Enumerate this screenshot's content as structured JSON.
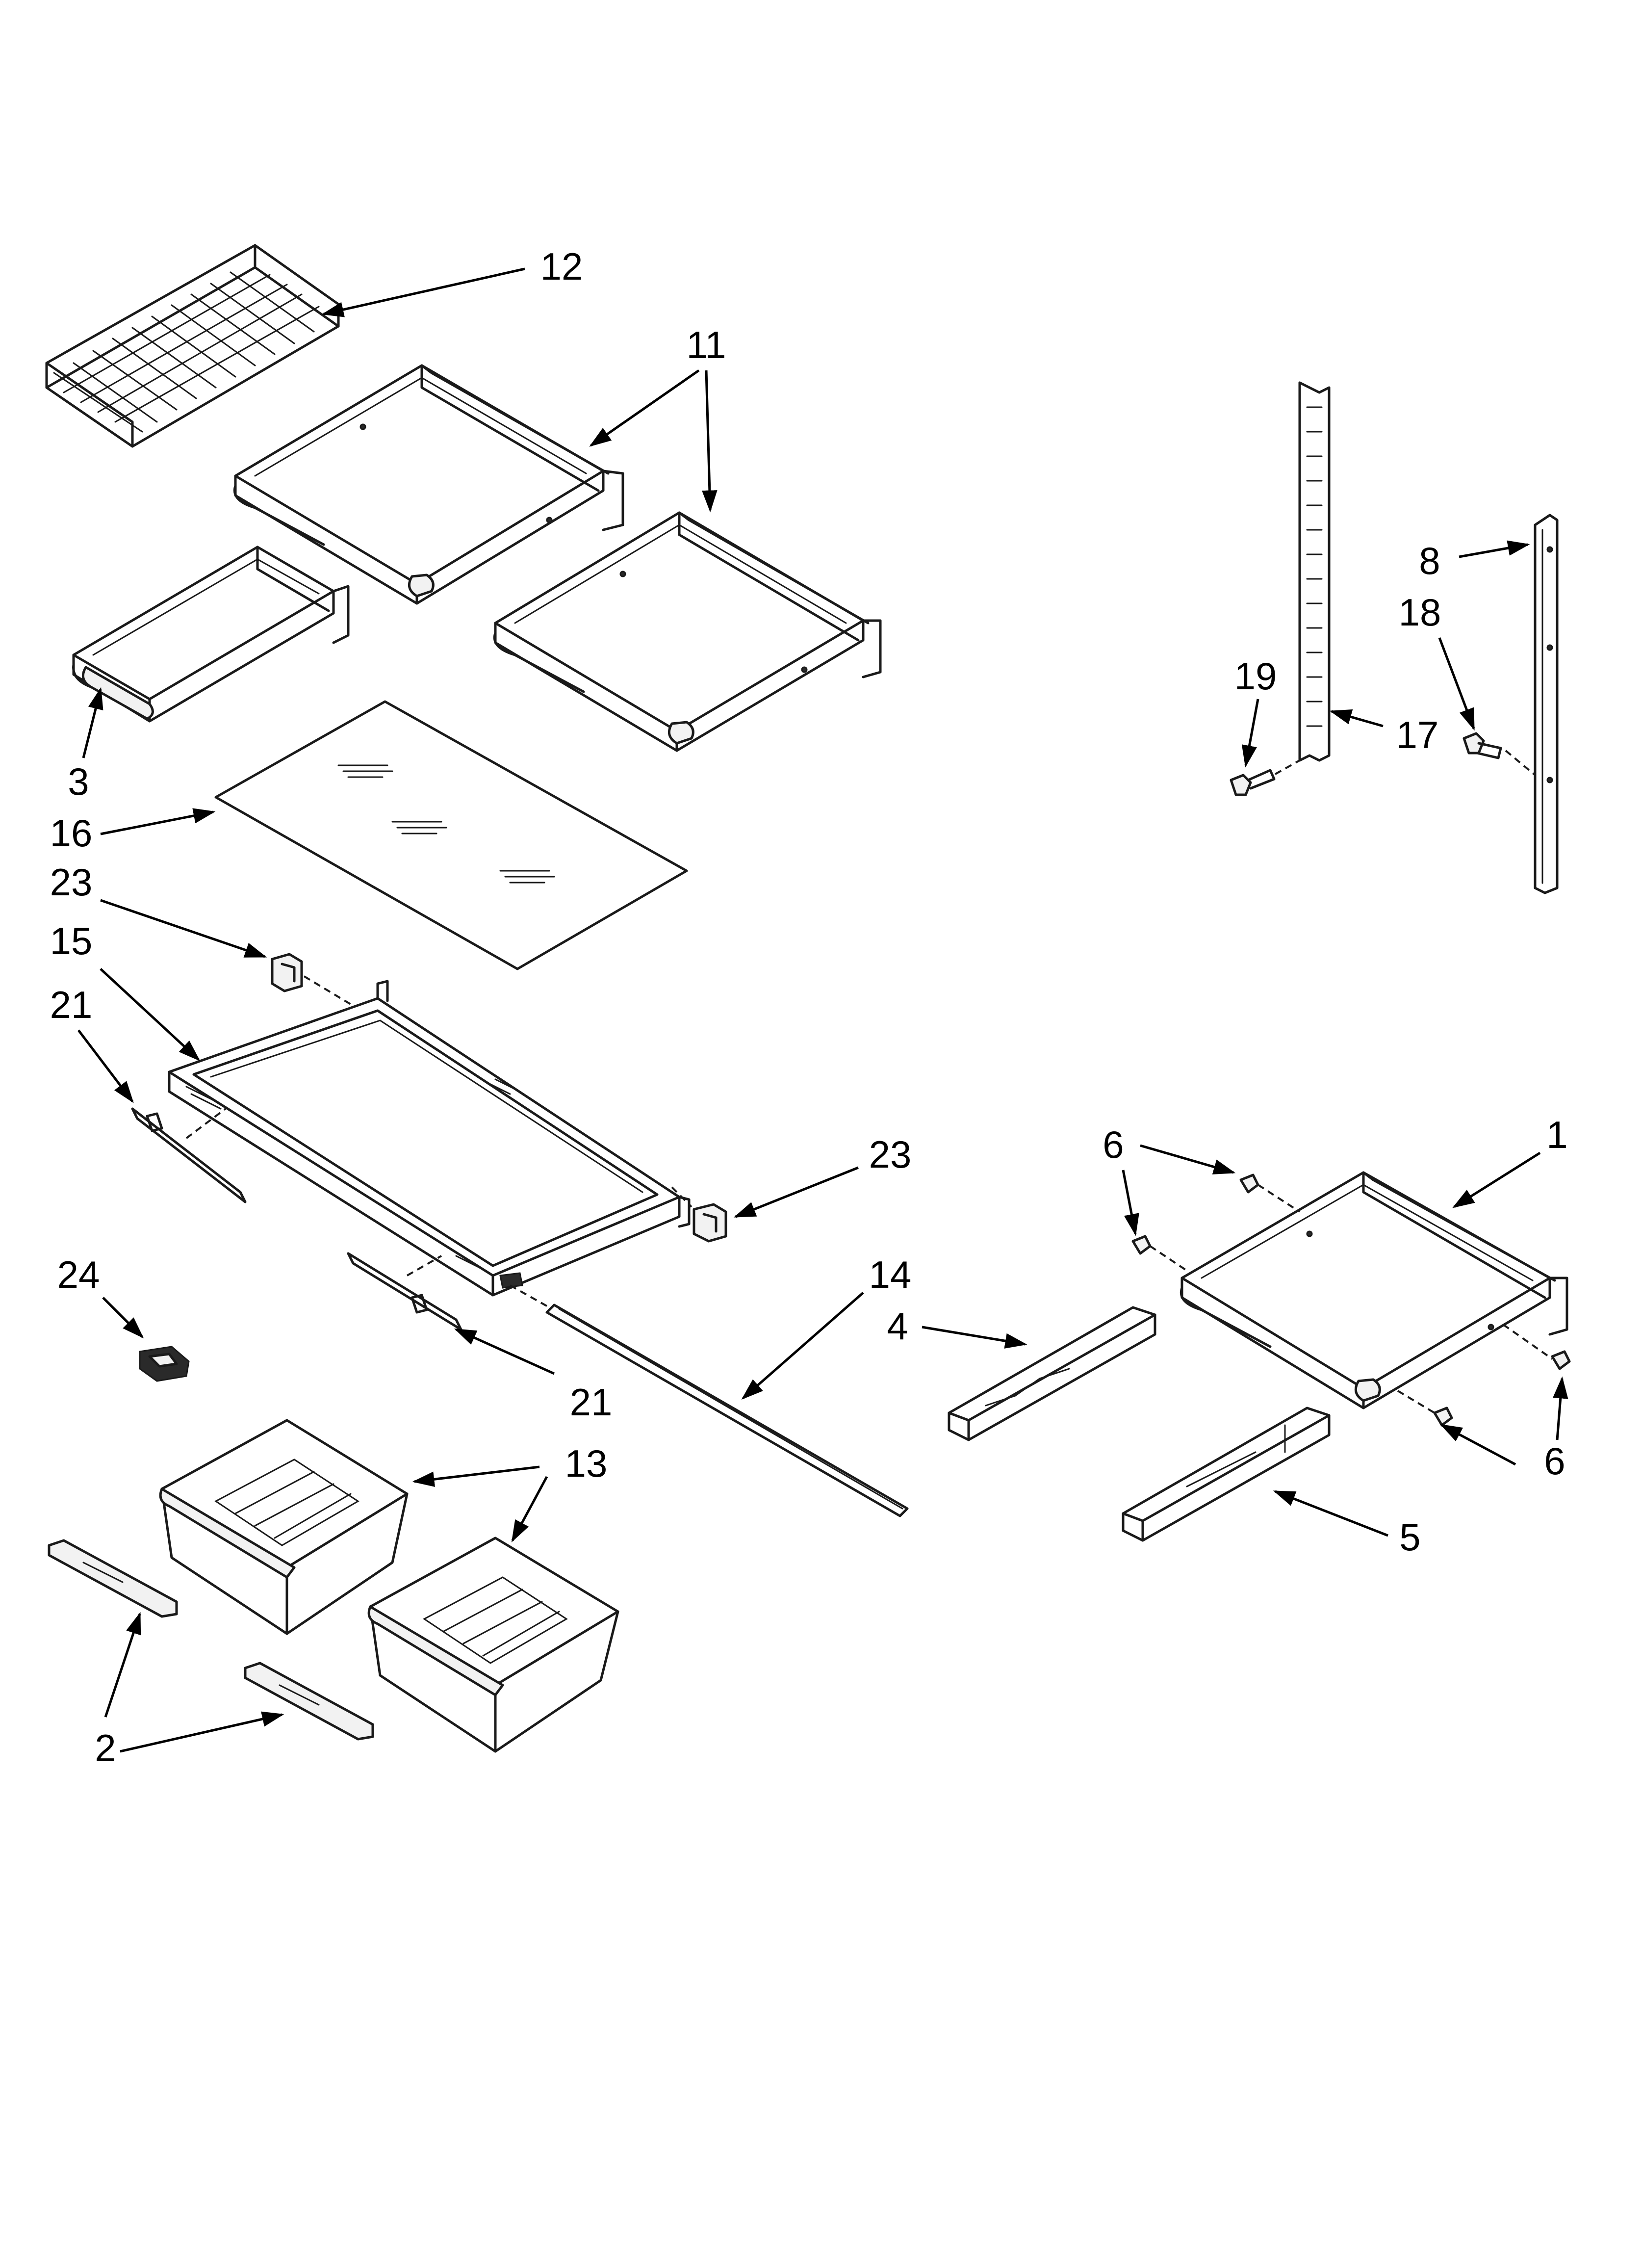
{
  "callouts": [
    {
      "id": "c12",
      "text": "12"
    },
    {
      "id": "c11",
      "text": "11"
    },
    {
      "id": "c8",
      "text": "8"
    },
    {
      "id": "c18",
      "text": "18"
    },
    {
      "id": "c19",
      "text": "19"
    },
    {
      "id": "c17",
      "text": "17"
    },
    {
      "id": "c3",
      "text": "3"
    },
    {
      "id": "c16",
      "text": "16"
    },
    {
      "id": "c23a",
      "text": "23"
    },
    {
      "id": "c15",
      "text": "15"
    },
    {
      "id": "c21a",
      "text": "21"
    },
    {
      "id": "c23b",
      "text": "23"
    },
    {
      "id": "c6a",
      "text": "6"
    },
    {
      "id": "c1",
      "text": "1"
    },
    {
      "id": "c24",
      "text": "24"
    },
    {
      "id": "c14",
      "text": "14"
    },
    {
      "id": "c4",
      "text": "4"
    },
    {
      "id": "c21b",
      "text": "21"
    },
    {
      "id": "c13",
      "text": "13"
    },
    {
      "id": "c6b",
      "text": "6"
    },
    {
      "id": "c5",
      "text": "5"
    },
    {
      "id": "c2",
      "text": "2"
    }
  ]
}
